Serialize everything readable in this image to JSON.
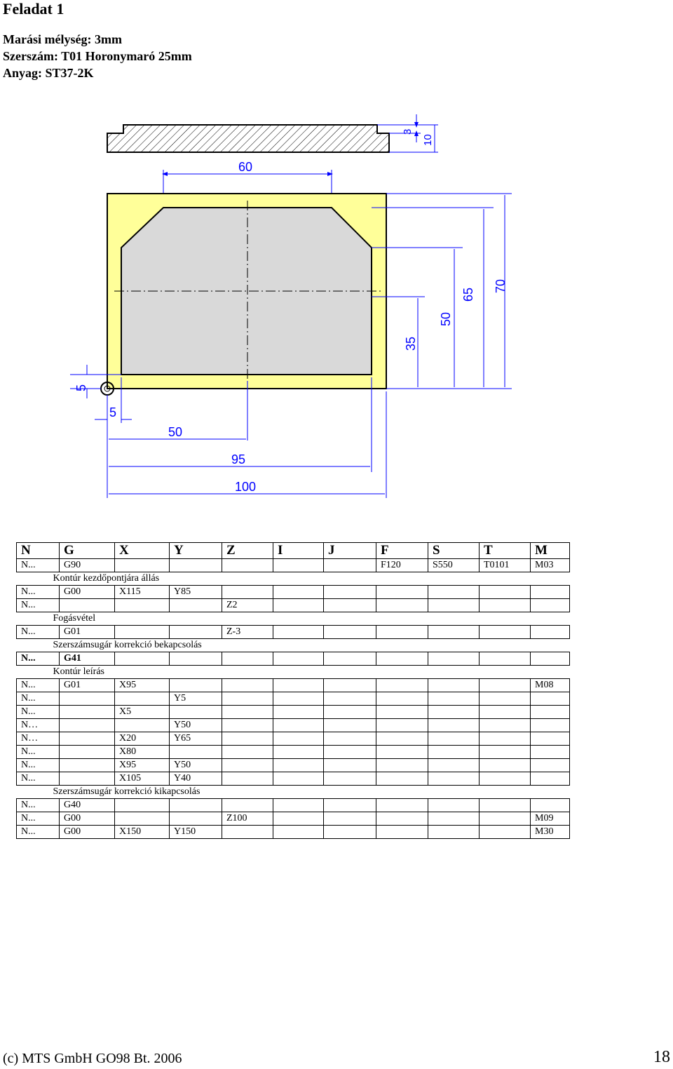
{
  "title": "Feladat 1",
  "meta": [
    "Marási mélység: 3mm",
    "Szerszám: T01 Horonymaró 25mm",
    "Anyag: ST37-2K"
  ],
  "drawing": {
    "dims": {
      "top_width": "60",
      "side_3": "3",
      "side_10": "10",
      "right_35": "35",
      "right_50": "50",
      "right_65": "65",
      "right_70": "70",
      "left_5": "5",
      "bottom_5": "5",
      "bottom_50": "50",
      "bottom_95": "95",
      "bottom_100": "100"
    },
    "colors": {
      "plate": "#ffff99",
      "pocket": "#d9d9d9",
      "dim": "#0000ff",
      "line": "#000000"
    }
  },
  "table": {
    "headers": [
      "N",
      "G",
      "X",
      "Y",
      "Z",
      "I",
      "J",
      "F",
      "S",
      "T",
      "M"
    ],
    "rows": [
      {
        "type": "row",
        "cells": [
          "N...",
          "G90",
          "",
          "",
          "",
          "",
          "",
          "F120",
          "S550",
          "T0101",
          "M03"
        ]
      },
      {
        "type": "comment",
        "text": "Kontúr kezdőpontjára állás"
      },
      {
        "type": "row",
        "cells": [
          "N...",
          "G00",
          "X115",
          "Y85",
          "",
          "",
          "",
          "",
          "",
          "",
          ""
        ]
      },
      {
        "type": "row",
        "cells": [
          "N...",
          "",
          "",
          "",
          "Z2",
          "",
          "",
          "",
          "",
          "",
          ""
        ]
      },
      {
        "type": "comment",
        "text": "Fogásvétel"
      },
      {
        "type": "row",
        "cells": [
          "N...",
          "G01",
          "",
          "",
          "Z-3",
          "",
          "",
          "",
          "",
          "",
          ""
        ]
      },
      {
        "type": "comment",
        "text": "Szerszámsugár korrekció bekapcsolás"
      },
      {
        "type": "bold",
        "cells": [
          "N...",
          "G41",
          "",
          "",
          "",
          "",
          "",
          "",
          "",
          "",
          ""
        ]
      },
      {
        "type": "comment",
        "text": "Kontúr leírás"
      },
      {
        "type": "row",
        "cells": [
          "N...",
          "G01",
          "X95",
          "",
          "",
          "",
          "",
          "",
          "",
          "",
          "M08"
        ]
      },
      {
        "type": "row",
        "cells": [
          "N...",
          "",
          "",
          "Y5",
          "",
          "",
          "",
          "",
          "",
          "",
          ""
        ]
      },
      {
        "type": "row",
        "cells": [
          "N...",
          "",
          "X5",
          "",
          "",
          "",
          "",
          "",
          "",
          "",
          ""
        ]
      },
      {
        "type": "row",
        "cells": [
          "N…",
          "",
          "",
          "Y50",
          "",
          "",
          "",
          "",
          "",
          "",
          ""
        ]
      },
      {
        "type": "row",
        "cells": [
          "N…",
          "",
          "X20",
          "Y65",
          "",
          "",
          "",
          "",
          "",
          "",
          ""
        ]
      },
      {
        "type": "row",
        "cells": [
          "N...",
          "",
          "X80",
          "",
          "",
          "",
          "",
          "",
          "",
          "",
          ""
        ]
      },
      {
        "type": "row",
        "cells": [
          "N...",
          "",
          "X95",
          "Y50",
          "",
          "",
          "",
          "",
          "",
          "",
          ""
        ]
      },
      {
        "type": "row",
        "cells": [
          "N...",
          "",
          "X105",
          "Y40",
          "",
          "",
          "",
          "",
          "",
          "",
          ""
        ]
      },
      {
        "type": "comment",
        "text": "Szerszámsugár korrekció kikapcsolás"
      },
      {
        "type": "row",
        "cells": [
          "N...",
          "G40",
          "",
          "",
          "",
          "",
          "",
          "",
          "",
          "",
          ""
        ]
      },
      {
        "type": "row",
        "cells": [
          "N...",
          "G00",
          "",
          "",
          "Z100",
          "",
          "",
          "",
          "",
          "",
          "M09"
        ]
      },
      {
        "type": "row",
        "cells": [
          "N...",
          "G00",
          "X150",
          "Y150",
          "",
          "",
          "",
          "",
          "",
          "",
          "M30"
        ]
      }
    ]
  },
  "footer": {
    "left": "(c) MTS GmbH GO98 Bt. 2006",
    "page": "18"
  }
}
